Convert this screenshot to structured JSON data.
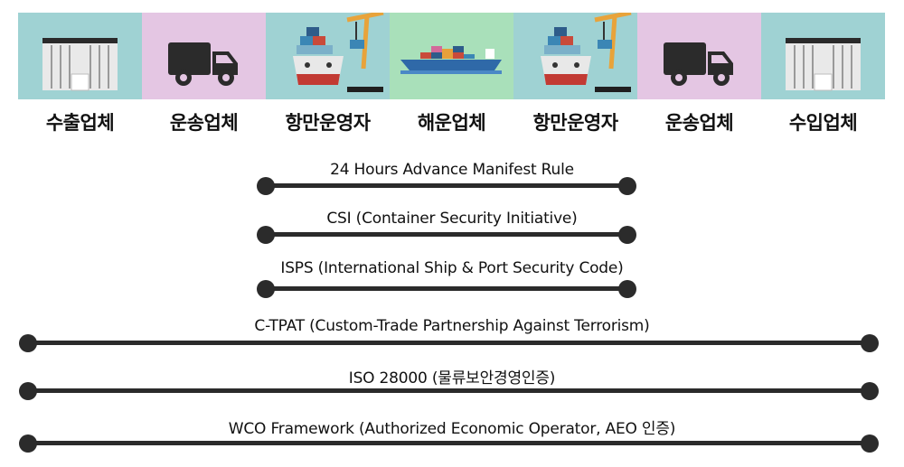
{
  "stages": [
    {
      "label": "수출업체",
      "icon": "warehouse-icon",
      "bg": "#9fd2d3"
    },
    {
      "label": "운송업체",
      "icon": "truck-icon",
      "bg": "#e4c6e3"
    },
    {
      "label": "항만운영자",
      "icon": "port-crane-ship-icon",
      "bg": "#9fd2d3"
    },
    {
      "label": "해운업체",
      "icon": "container-ship-icon",
      "bg": "#a9e0ba"
    },
    {
      "label": "항만운영자",
      "icon": "port-crane-ship-icon",
      "bg": "#9fd2d3"
    },
    {
      "label": "운송업체",
      "icon": "truck-icon",
      "bg": "#e4c6e3"
    },
    {
      "label": "수입업체",
      "icon": "warehouse-icon",
      "bg": "#9fd2d3"
    }
  ],
  "regulations": [
    {
      "label": "24 Hours Advance Manifest Rule",
      "from_stage": 2,
      "to_stage": 4
    },
    {
      "label": "CSI (Container Security Initiative)",
      "from_stage": 2,
      "to_stage": 4
    },
    {
      "label": "ISPS (International Ship & Port Security Code)",
      "from_stage": 2,
      "to_stage": 4
    },
    {
      "label": "C-TPAT (Custom-Trade Partnership Against Terrorism)",
      "from_stage": 0,
      "to_stage": 6
    },
    {
      "label": "ISO 28000 (물류보안경영인증)",
      "from_stage": 0,
      "to_stage": 6
    },
    {
      "label": "WCO Framework (Authorized Economic Operator, AEO 인증)",
      "from_stage": 0,
      "to_stage": 6
    }
  ],
  "colors": {
    "line": "#2b2b2b",
    "text": "#111111"
  }
}
